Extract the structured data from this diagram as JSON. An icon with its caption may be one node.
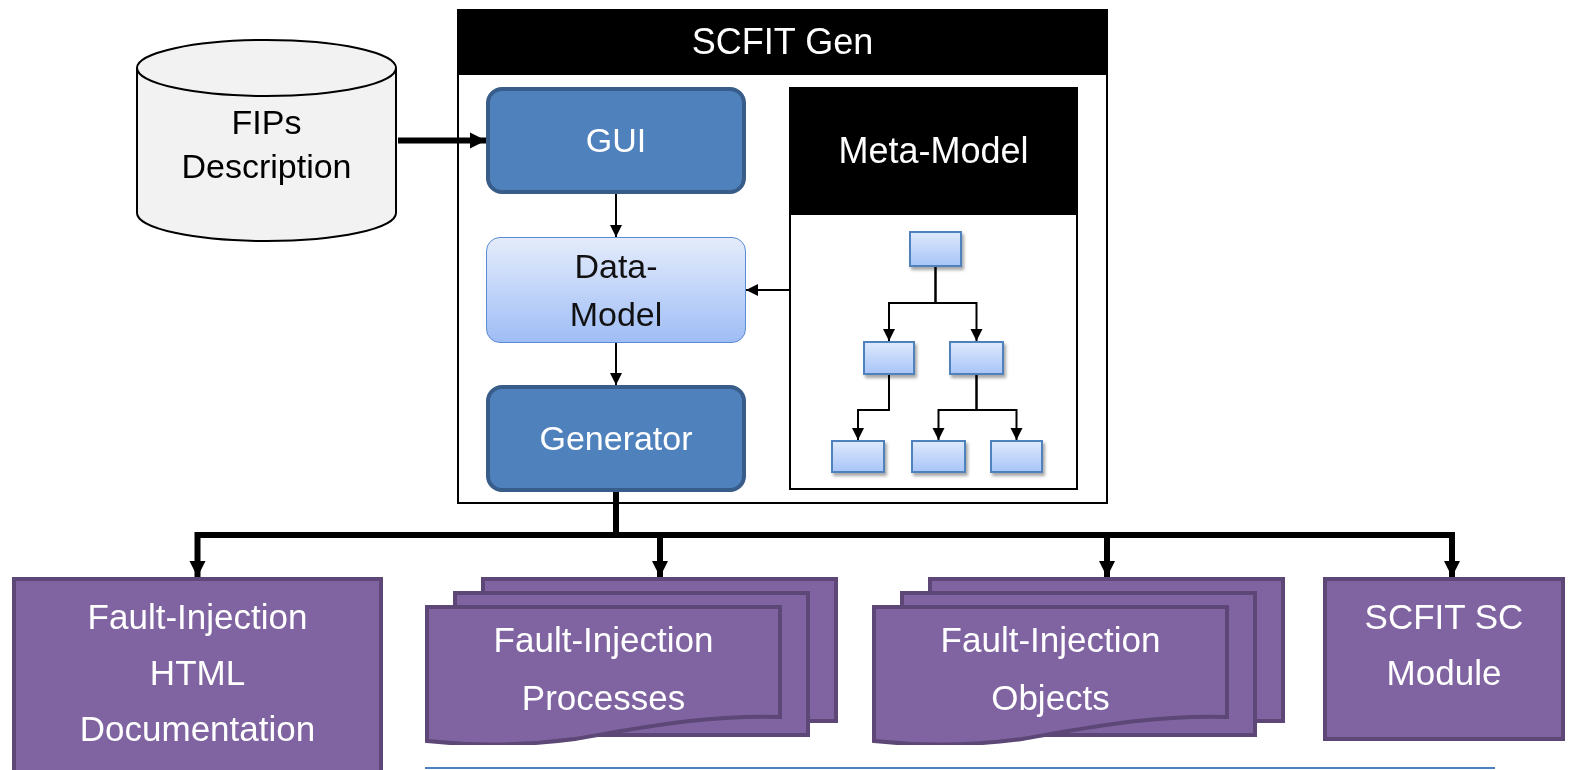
{
  "diagram": {
    "nodes": [
      {
        "text": [
          "SCFIT Gen"
        ]
      },
      {
        "text": [
          "FIPs Description"
        ]
      },
      {
        "text": [
          "GUI"
        ],
        "in": 0
      },
      {
        "text": [
          "Data-Model"
        ],
        "in": 0
      },
      {
        "text": [
          "Generator"
        ],
        "in": 0
      },
      {
        "text": [
          "Meta-Model"
        ],
        "in": 0
      },
      {
        "text": [],
        "shape": "box",
        "in": 5
      },
      {
        "text": [],
        "shape": "box",
        "in": 5
      },
      {
        "text": [],
        "shape": "box",
        "in": 5
      },
      {
        "text": [],
        "shape": "box",
        "in": 5
      },
      {
        "text": [],
        "shape": "box",
        "in": 5
      },
      {
        "text": [],
        "shape": "box",
        "in": 5
      },
      {
        "text": [
          "Fault-Injection HTML Documentation"
        ]
      },
      {
        "text": [
          "Fault-Injection Processes"
        ]
      },
      {
        "text": [
          "Fault-Injection Objects"
        ]
      },
      {
        "text": [
          "SCFIT SC Module"
        ]
      }
    ],
    "edges": [
      {
        "from": 1,
        "to": 2,
        "arrow": "to",
        "style": "thick"
      },
      {
        "from": 2,
        "to": 3,
        "arrow": "to"
      },
      {
        "from": 5,
        "to": 3,
        "arrow": "to"
      },
      {
        "from": 3,
        "to": 4,
        "arrow": "to"
      },
      {
        "from": 6,
        "to": 7,
        "arrow": "to"
      },
      {
        "from": 6,
        "to": 8,
        "arrow": "to"
      },
      {
        "from": 7,
        "to": 9,
        "arrow": "to"
      },
      {
        "from": 8,
        "to": 10,
        "arrow": "to"
      },
      {
        "from": 8,
        "to": 11,
        "arrow": "to"
      },
      {
        "from": 4,
        "to": 12,
        "arrow": "to",
        "style": "thick"
      },
      {
        "from": 4,
        "to": 13,
        "arrow": "to",
        "style": "thick"
      },
      {
        "from": 4,
        "to": 14,
        "arrow": "to",
        "style": "thick"
      },
      {
        "from": 4,
        "to": 15,
        "arrow": "to",
        "style": "thick"
      }
    ]
  }
}
